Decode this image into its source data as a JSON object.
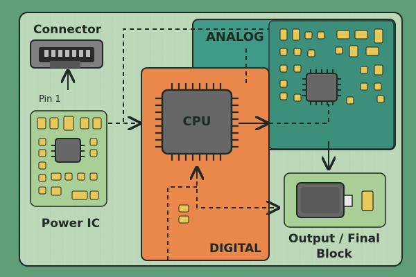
{
  "labels": {
    "connector": "Connector",
    "pin1": "Pin 1",
    "power_ic": "Power IC",
    "cpu": "CPU",
    "analog": "ANALOG",
    "digital": "DIGITAL",
    "output_line1": "Output / Final",
    "output_line2": "Block"
  },
  "colors": {
    "background": "#5f9e78",
    "board": "#bcd8b8",
    "analog": "#3f9b88",
    "digital": "#e9884a",
    "module": "#a9cf97",
    "chip": "#676767",
    "pad": "#e9c85a",
    "line": "#1e2a24"
  }
}
